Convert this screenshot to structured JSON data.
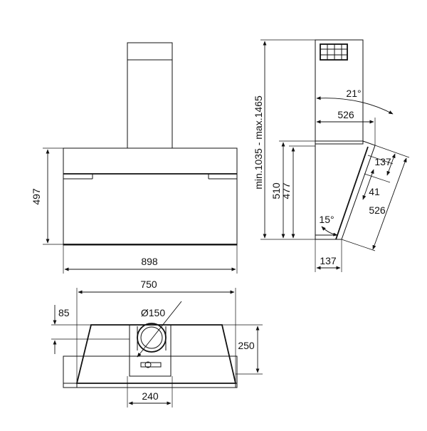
{
  "dimensions": {
    "front_height": "497",
    "front_width": "898",
    "side_total_height": "min.1035 - max.1465",
    "side_height_outer": "510",
    "side_height_inner": "477",
    "side_angle_top": "21°",
    "side_depth_top": "526",
    "side_diag_137": "137",
    "side_diag_41": "41",
    "side_diag_526": "526",
    "side_angle_bottom": "15°",
    "side_bottom_depth": "137",
    "plan_width": "750",
    "plan_offset": "85",
    "plan_duct_diameter": "Ø150",
    "plan_depth": "250",
    "plan_duct_width": "240"
  },
  "colors": {
    "line": "#111111",
    "background": "#ffffff"
  }
}
